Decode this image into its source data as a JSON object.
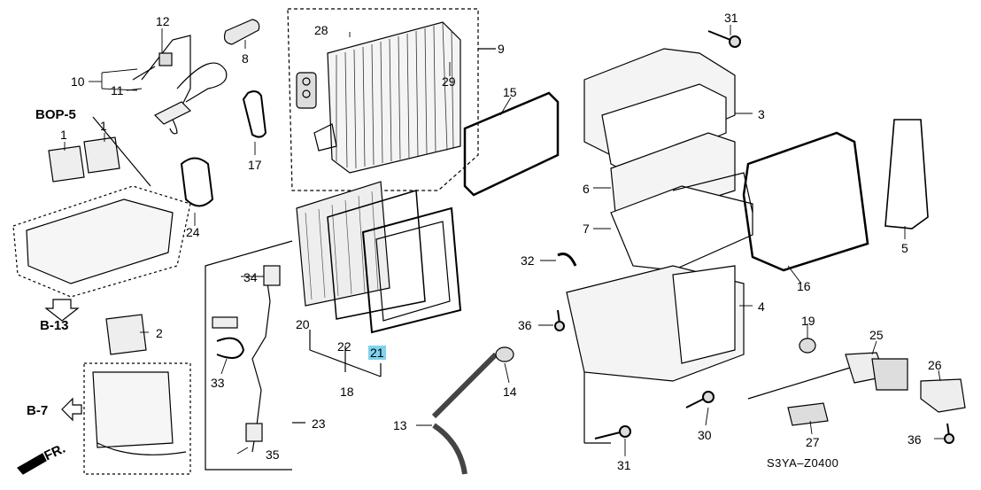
{
  "callouts": {
    "p1a": "1",
    "p1b": "1",
    "p2": "2",
    "p3": "3",
    "p4": "4",
    "p5": "5",
    "p6": "6",
    "p7": "7",
    "p8": "8",
    "p9": "9",
    "p10": "10",
    "p11": "11",
    "p12": "12",
    "p13": "13",
    "p14": "14",
    "p15": "15",
    "p16": "16",
    "p17": "17",
    "p18": "18",
    "p19": "19",
    "p20": "20",
    "p21": "21",
    "p22": "22",
    "p23": "23",
    "p24": "24",
    "p25": "25",
    "p26": "26",
    "p27": "27",
    "p28": "28",
    "p29": "29",
    "p30": "30",
    "p31a": "31",
    "p31b": "31",
    "p32": "32",
    "p33": "33",
    "p34": "34",
    "p35": "35",
    "p36a": "36",
    "p36b": "36"
  },
  "references": {
    "bop5": "BOP-5",
    "b13": "B-13",
    "b7": "B-7",
    "fr": "FR."
  },
  "diagram_code": "S3YA–Z0400",
  "highlight_color": "#7fd3f0"
}
